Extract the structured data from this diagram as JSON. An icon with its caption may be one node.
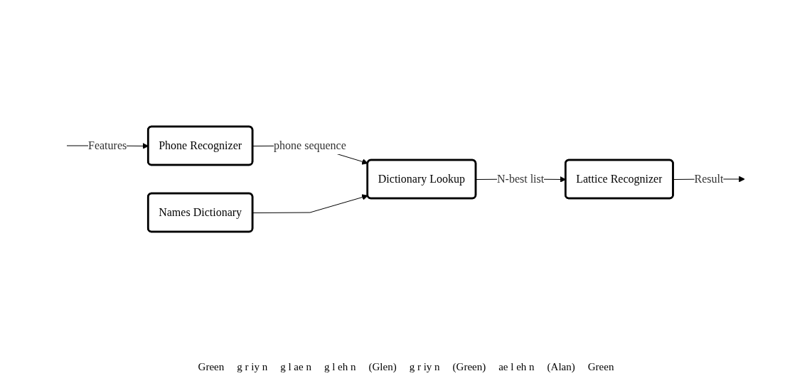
{
  "diagram": {
    "nodes": [
      {
        "text": [
          "Phone Recognizer"
        ]
      },
      {
        "text": [
          "Dictionary Lookup"
        ]
      },
      {
        "text": [
          "Lattice Recognizer"
        ]
      },
      {
        "text": [
          "Names Dictionary"
        ]
      }
    ],
    "edges": [
      {
        "from": null,
        "to": 0,
        "arrow": "to",
        "label": "Features"
      },
      {
        "from": 0,
        "to": 1,
        "arrow": "to",
        "label": "phone sequence"
      },
      {
        "from": 1,
        "to": 2,
        "arrow": "to",
        "label": "N-best list"
      },
      {
        "from": 2,
        "to": null,
        "arrow": "to",
        "label": "Result"
      },
      {
        "from": 3,
        "to": 1,
        "arrow": "to"
      }
    ],
    "labels": [
      "Green",
      "g r iy n",
      "g l ae n",
      "g l eh n",
      "(Glen)",
      "g r iy n",
      "(Green)",
      "ae l eh n",
      "(Alan)",
      "Green"
    ]
  }
}
